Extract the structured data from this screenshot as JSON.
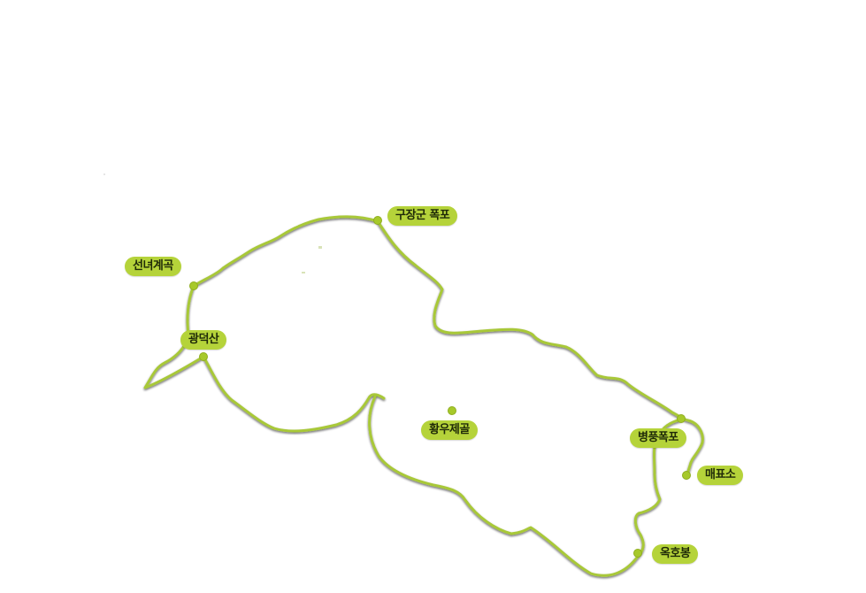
{
  "map": {
    "trail_color": "#a8c839",
    "trail_shadow_color": "#7a7a7a",
    "label_color": "#b5d33a",
    "dot_color": "#a7c92b",
    "places": [
      {
        "id": "gujanggun-falls",
        "label": "구장군 폭포"
      },
      {
        "id": "seonnyeo-valley",
        "label": "선녀계곡"
      },
      {
        "id": "gwangdeoksan",
        "label": "광덕산"
      },
      {
        "id": "hwangujegol",
        "label": "황우제골"
      },
      {
        "id": "byeongpung-falls",
        "label": "병풍폭포"
      },
      {
        "id": "ticket-office",
        "label": "매표소"
      },
      {
        "id": "okhobong",
        "label": "옥호봉"
      }
    ]
  }
}
